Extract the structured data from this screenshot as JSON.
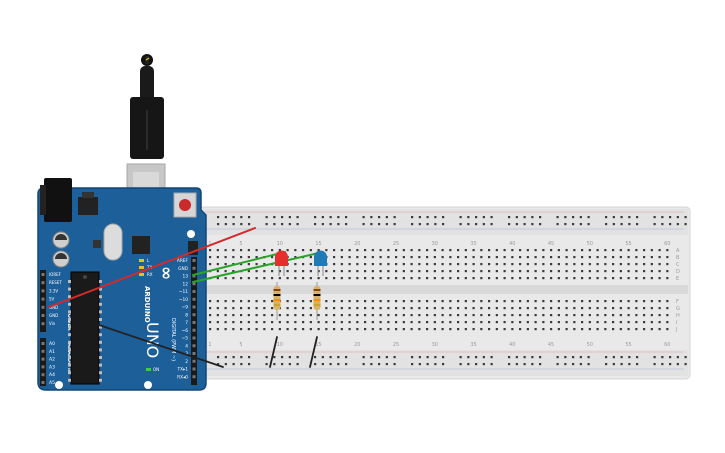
{
  "board": {
    "brand": "ARDUINO",
    "model": "UNO",
    "logo": "∞",
    "power_header_title": "POWER",
    "analog_header_title": "ANALOG IN",
    "digital_header_title": "DIGITAL (PWM ~)",
    "power_pins": [
      "IOREF",
      "RESET",
      "3.3V",
      "5V",
      "GND",
      "GND",
      "Vin"
    ],
    "analog_pins": [
      "A0",
      "A1",
      "A2",
      "A3",
      "A4",
      "A5"
    ],
    "digital_pins": [
      "AREF",
      "GND",
      "13",
      "12",
      "~11",
      "~10",
      "~9",
      "8",
      "7",
      "~6",
      "~5",
      "4",
      "~3",
      "2",
      "TX▸1",
      "RX◂0"
    ],
    "led_labels": [
      "L",
      "TX",
      "RX",
      "ON"
    ],
    "colors": {
      "pcb": "#1d5f99",
      "pcb_dark": "#134777",
      "silkscreen": "#ffffff"
    }
  },
  "breadboard": {
    "column_numbers": [
      "1",
      "5",
      "10",
      "15",
      "20",
      "25",
      "30",
      "35",
      "40",
      "45",
      "50",
      "55",
      "60"
    ],
    "row_letters_top": [
      "A",
      "B",
      "C",
      "D",
      "E"
    ],
    "row_letters_bottom": [
      "F",
      "G",
      "H",
      "I",
      "J"
    ],
    "colors": {
      "body": "#e8e8e8",
      "hole": "#3a3a3a",
      "rail_red": "#e05a5a",
      "rail_blue": "#5a7fcf"
    }
  },
  "components": {
    "leds": [
      {
        "name": "red-led",
        "color": "#e52e2e"
      },
      {
        "name": "blue-led",
        "color": "#1f7bb5"
      }
    ],
    "resistor_colors": {
      "body": "#d7b36a",
      "bands": [
        "#8b4513",
        "#000000",
        "#ff8c00",
        "#c9a23a"
      ]
    }
  },
  "wires": {
    "power_5v": {
      "color": "#d42a2a"
    },
    "pin_13": {
      "color": "#2aa32a"
    },
    "pin_12": {
      "color": "#2aa32a"
    },
    "ground": {
      "color": "#222222"
    }
  },
  "usb": {
    "icon": "usb-plug-icon"
  }
}
